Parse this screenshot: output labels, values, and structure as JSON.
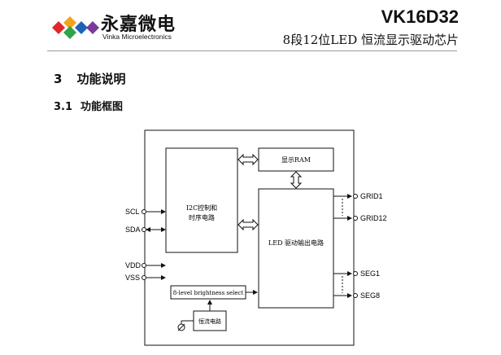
{
  "header": {
    "brand_cn": "永嘉微电",
    "brand_en": "Vinka Microelectronics",
    "chip": "VK16D32",
    "subtitle": "8段12位LED 恒流显示驱动芯片"
  },
  "section": {
    "number": "3",
    "title": "功能说明"
  },
  "subsection": {
    "number": "3.1",
    "title": "功能框图"
  },
  "diagram": {
    "blocks": {
      "ram": "显示RAM",
      "i2c_line1": "I2C控制和",
      "i2c_line2": "时序电路",
      "led": "LED 驱动输出电路",
      "brightness": "8-level brightness select",
      "current": "恒流电路"
    },
    "pins": {
      "scl": "SCL",
      "sda": "SDA",
      "vdd": "VDD",
      "vss": "VSS",
      "grid1": "GRID1",
      "grid12": "GRID12",
      "seg1": "SEG1",
      "seg8": "SEG8"
    },
    "colors": {
      "logo_red": "#e0272a",
      "logo_green": "#2ea44a",
      "logo_blue": "#1c63b8",
      "logo_purple": "#7a3c9a"
    }
  }
}
